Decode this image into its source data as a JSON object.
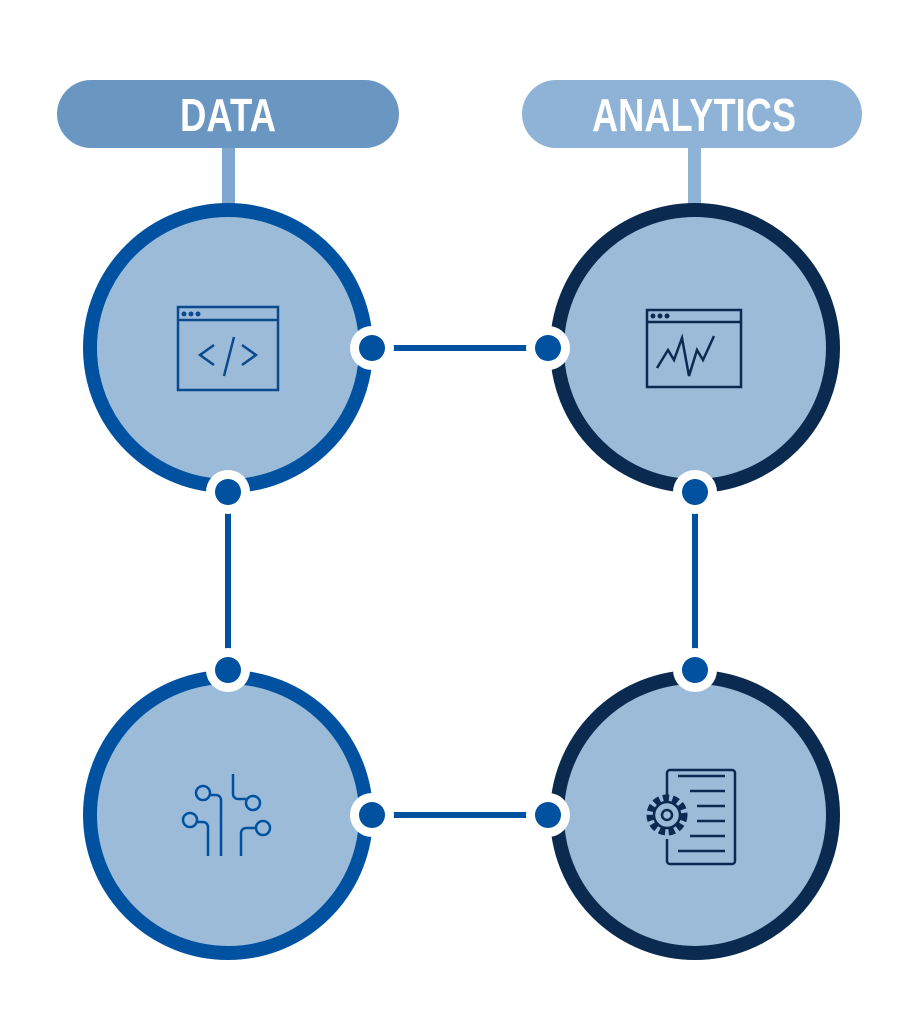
{
  "labels": {
    "data": "DATA",
    "analytics": "ANALYTICS"
  },
  "nodes": [
    {
      "id": "code-window",
      "icon": "code-window-icon",
      "group": "data"
    },
    {
      "id": "chart-window",
      "icon": "chart-window-icon",
      "group": "analytics"
    },
    {
      "id": "circuit",
      "icon": "circuit-icon",
      "group": "data"
    },
    {
      "id": "gear-document",
      "icon": "gear-document-icon",
      "group": "analytics"
    }
  ],
  "colors": {
    "data_pill": "#6a97c2",
    "analytics_pill": "#8fb3d6",
    "data_ring": "#0052a0",
    "analytics_ring": "#0b2a4f",
    "circle_fill": "#9bbbd9",
    "connector": "#0052a0"
  }
}
